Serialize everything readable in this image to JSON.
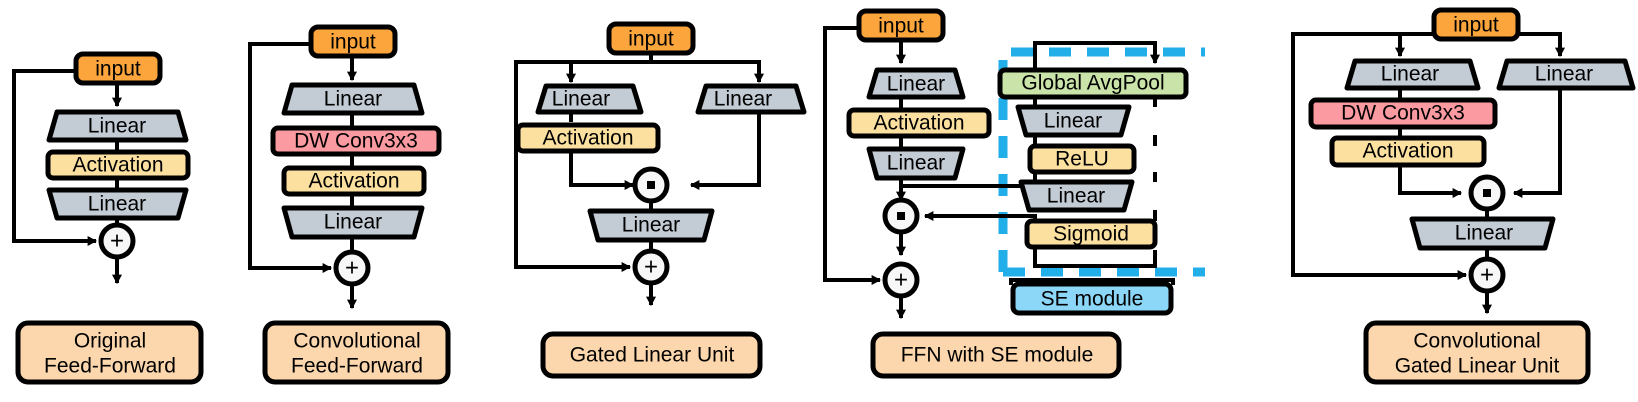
{
  "figure": {
    "kind": "neural-network-block-diagram",
    "background": "#ffffff",
    "palette": {
      "input_orange": "#FBA53C",
      "linear_gray": "#C3CBD4",
      "activation_yellow": "#FCE0A0",
      "dwconv_pink": "#FB9AA0",
      "avgpool_green": "#C9E3A8",
      "se_blue": "#8CD7F7",
      "caption_peach": "#FCD6AC",
      "dashed_cyan": "#22AEE8",
      "outline_black": "#000000"
    },
    "operators": {
      "multiply": "·",
      "add": "+"
    },
    "node_labels": {
      "input": "input",
      "linear": "Linear",
      "activation": "Activation",
      "dwconv": "DW Conv3x3",
      "global_avgpool": "Global AvgPool",
      "relu": "ReLU",
      "sigmoid": "Sigmoid",
      "se_module": "SE module"
    }
  },
  "blocks": [
    {
      "id": "original-feed-forward",
      "caption_line1": "Original",
      "caption_line2": "Feed-Forward",
      "caption_full": "Original Feed-Forward",
      "nodes": [
        "input",
        "Linear",
        "Activation",
        "Linear",
        "+"
      ],
      "has_residual": true
    },
    {
      "id": "convolutional-feed-forward",
      "caption_line1": "Convolutional",
      "caption_line2": "Feed-Forward",
      "caption_full": "Convolutional Feed-Forward",
      "nodes": [
        "input",
        "Linear",
        "DW Conv3x3",
        "Activation",
        "Linear",
        "+"
      ],
      "has_residual": true
    },
    {
      "id": "gated-linear-unit",
      "caption_line1": "Gated Linear Unit",
      "caption_line2": "",
      "caption_full": "Gated Linear Unit",
      "nodes": [
        "input",
        "Linear",
        "Activation",
        "Linear",
        "·",
        "Linear",
        "+"
      ],
      "has_residual": true
    },
    {
      "id": "ffn-with-se-module",
      "caption_line1": "FFN with SE module",
      "caption_line2": "",
      "caption_full": "FFN with SE module",
      "nodes": [
        "input",
        "Linear",
        "Activation",
        "Linear",
        "·",
        "+"
      ],
      "se_branch": [
        "Global AvgPool",
        "Linear",
        "ReLU",
        "Linear",
        "Sigmoid"
      ],
      "se_label": "SE module",
      "has_residual": true
    },
    {
      "id": "convolutional-gated-linear-unit",
      "caption_line1": "Convolutional",
      "caption_line2": "Gated Linear Unit",
      "caption_full": "Convolutional Gated Linear Unit",
      "nodes": [
        "input",
        "Linear",
        "DW Conv3x3",
        "Activation",
        "Linear",
        "·",
        "Linear",
        "+"
      ],
      "has_residual": true
    }
  ]
}
